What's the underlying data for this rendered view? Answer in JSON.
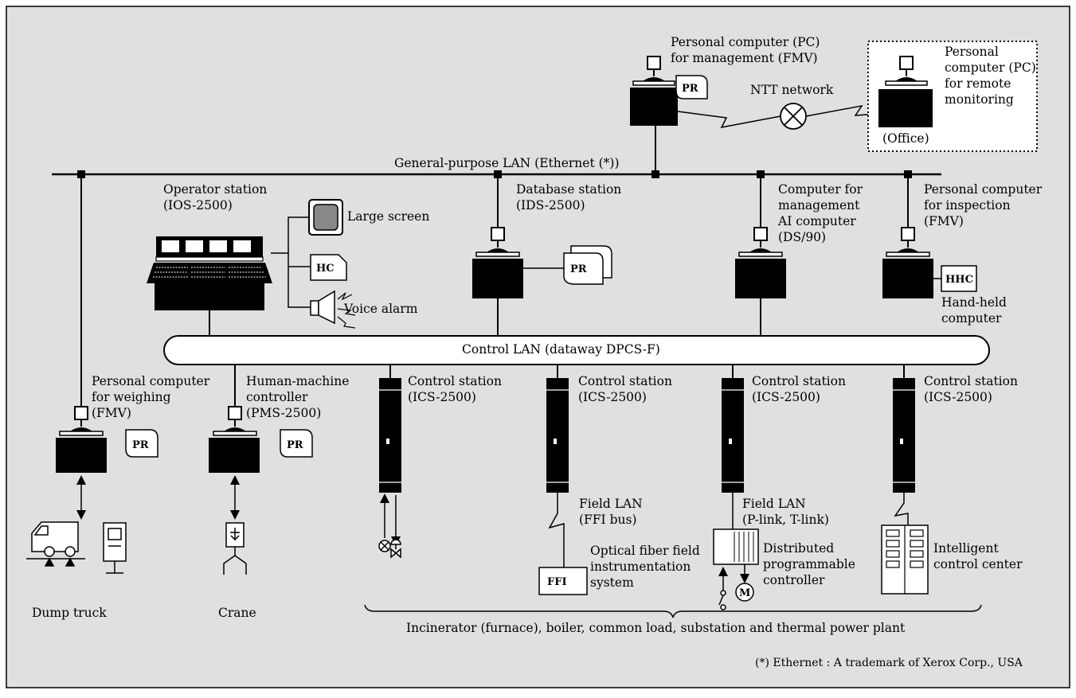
{
  "colors": {
    "background": "#e0e0e0",
    "line": "#000000",
    "panel": "#ffffff"
  },
  "networks": {
    "general_lan": "General-purpose LAN (Ethernet (*))",
    "control_lan": "Control LAN (dataway DPCS-F)",
    "ntt": "NTT network"
  },
  "management_pc": {
    "line1": "Personal computer (PC)",
    "line2": "for management (FMV)",
    "printer": "PR"
  },
  "remote_pc": {
    "line1": "Personal",
    "line2": "computer (PC)",
    "line3": "for remote",
    "line4": "monitoring",
    "office": "(Office)"
  },
  "operator_station": {
    "line1": "Operator station",
    "line2": "(IOS-2500)",
    "large_screen": "Large screen",
    "hc": "HC",
    "voice_alarm": "Voice alarm"
  },
  "database_station": {
    "line1": "Database station",
    "line2": "(IDS-2500)",
    "printer": "PR"
  },
  "ai_computer": {
    "line1": "Computer for",
    "line2": "management",
    "line3": "AI computer",
    "line4": "(DS/90)"
  },
  "inspection_pc": {
    "line1": "Personal computer",
    "line2": "for inspection",
    "line3": "(FMV)",
    "hhc": "HHC",
    "hhc_line1": "Hand-held",
    "hhc_line2": "computer"
  },
  "weighing_pc": {
    "line1": "Personal computer",
    "line2": "for weighing",
    "line3": "(FMV)",
    "printer": "PR",
    "device": "Dump truck"
  },
  "hm_controller": {
    "line1": "Human-machine",
    "line2": "controller",
    "line3": "(PMS-2500)",
    "printer": "PR",
    "device": "Crane"
  },
  "control_stations": [
    {
      "line1": "Control station",
      "line2": "(ICS-2500)"
    },
    {
      "line1": "Control station",
      "line2": "(ICS-2500)"
    },
    {
      "line1": "Control station",
      "line2": "(ICS-2500)"
    },
    {
      "line1": "Control station",
      "line2": "(ICS-2500)"
    }
  ],
  "field_lan_ffi": {
    "line1": "Field LAN",
    "line2": "(FFI bus)",
    "box": "FFI",
    "sys1": "Optical fiber field",
    "sys2": "instrumentation",
    "sys3": "system"
  },
  "field_lan_plink": {
    "line1": "Field LAN",
    "line2": "(P-link, T-link)",
    "dpc1": "Distributed",
    "dpc2": "programmable",
    "dpc3": "controller",
    "motor": "M"
  },
  "icc": {
    "line1": "Intelligent",
    "line2": "control center"
  },
  "plant_caption": "Incinerator (furnace), boiler, common load, substation and thermal power plant",
  "footnote": "(*) Ethernet :  A trademark of Xerox Corp., USA"
}
